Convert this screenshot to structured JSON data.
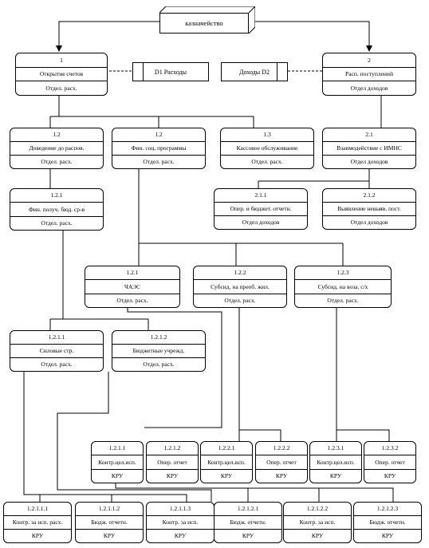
{
  "external": {
    "label": "казначейство"
  },
  "stores": {
    "d1": {
      "label": "D1 Расходы"
    },
    "d2": {
      "label": "Доходы D2"
    }
  },
  "processes": {
    "p1": {
      "num": "1",
      "name": "Открытие счетов",
      "actor": "Отдел. расх."
    },
    "p2": {
      "num": "2",
      "name": "Расп. поступлений",
      "actor": "Отдел доходов"
    },
    "p1_2": {
      "num": "1.2",
      "name": "Доведение до распов.",
      "actor": "Отдел. расх."
    },
    "p1_2b": {
      "num": "1.2",
      "name": "Фин. соц. программы",
      "actor": "Отдел. расх."
    },
    "p1_3": {
      "num": "1.3",
      "name": "Кассовое обслуживание",
      "actor": "Отдел. расх."
    },
    "p2_1": {
      "num": "2.1",
      "name": "Взаимодействие с ИМНС",
      "actor": "Отдел доходов"
    },
    "p1_2_1a": {
      "num": "1.2.1",
      "name": "Фин. получ. бюд. ср-в",
      "actor": "Отдел. расх."
    },
    "p2_1_1": {
      "num": "2.1.1",
      "name": "Опер. и бюджет. отчетн.",
      "actor": "Отдел доходов"
    },
    "p2_1_2": {
      "num": "2.1.2",
      "name": "Выявление невыяв. пост.",
      "actor": "Отдел доходов"
    },
    "p1_2_1": {
      "num": "1.2.1",
      "name": "ЧАЭС",
      "actor": "Отдел. расх."
    },
    "p1_2_2": {
      "num": "1.2.2",
      "name": "Субсид. на преоб. жил.",
      "actor": "Отдел. расх."
    },
    "p1_2_3": {
      "num": "1.2.3",
      "name": "Субсид. на воза. с/х",
      "actor": "Отдел. расх."
    },
    "p1_2_1_1": {
      "num": "1.2.1.1",
      "name": "Силовые стр.",
      "actor": "Отдел. расх."
    },
    "p1_2_1_2": {
      "num": "1.2.1.2",
      "name": "Бюджетные учрежд.",
      "actor": "Отдел. расх."
    },
    "q1_2_1_1": {
      "num": "1.2.1.1",
      "name": "Контр.цел.исп.",
      "actor": "КРУ"
    },
    "q1_2_1_2": {
      "num": "1.2.1.2",
      "name": "Опер. отчет",
      "actor": "КРУ"
    },
    "q1_2_2_1": {
      "num": "1.2.2.1",
      "name": "Контр.цел.исп.",
      "actor": "КРУ"
    },
    "q1_2_2_2": {
      "num": "1.2.2.2",
      "name": "Опер. отчет",
      "actor": "КРУ"
    },
    "q1_2_3_1": {
      "num": "1.2.3.1",
      "name": "Контр.цел.исп.",
      "actor": "КРУ"
    },
    "q1_2_3_2": {
      "num": "1.2.3.2",
      "name": "Опер. отчет",
      "actor": "КРУ"
    },
    "r1_2_1_1_1": {
      "num": "1.2.1.1.1",
      "name": "Контр. за исп. расх.",
      "actor": "КРУ"
    },
    "r1_2_1_1_2": {
      "num": "1.2.1.1.2",
      "name": "Бюдж. отчетн.",
      "actor": "КРУ"
    },
    "r1_2_1_1_3": {
      "num": "1.2.1.1.3",
      "name": "Контр. за исп.",
      "actor": "КРУ"
    },
    "r1_2_1_2_1": {
      "num": "1.2.1.2.1",
      "name": "Бюдж. отчетн.",
      "actor": "КРУ"
    },
    "r1_2_1_2_2": {
      "num": "1.2.1.2.2",
      "name": "Контр. за исп.",
      "actor": "КРУ"
    },
    "r1_2_1_2_3": {
      "num": "1.2.1.2.3",
      "name": "Бюдж. отчетн.",
      "actor": "КРУ"
    }
  }
}
